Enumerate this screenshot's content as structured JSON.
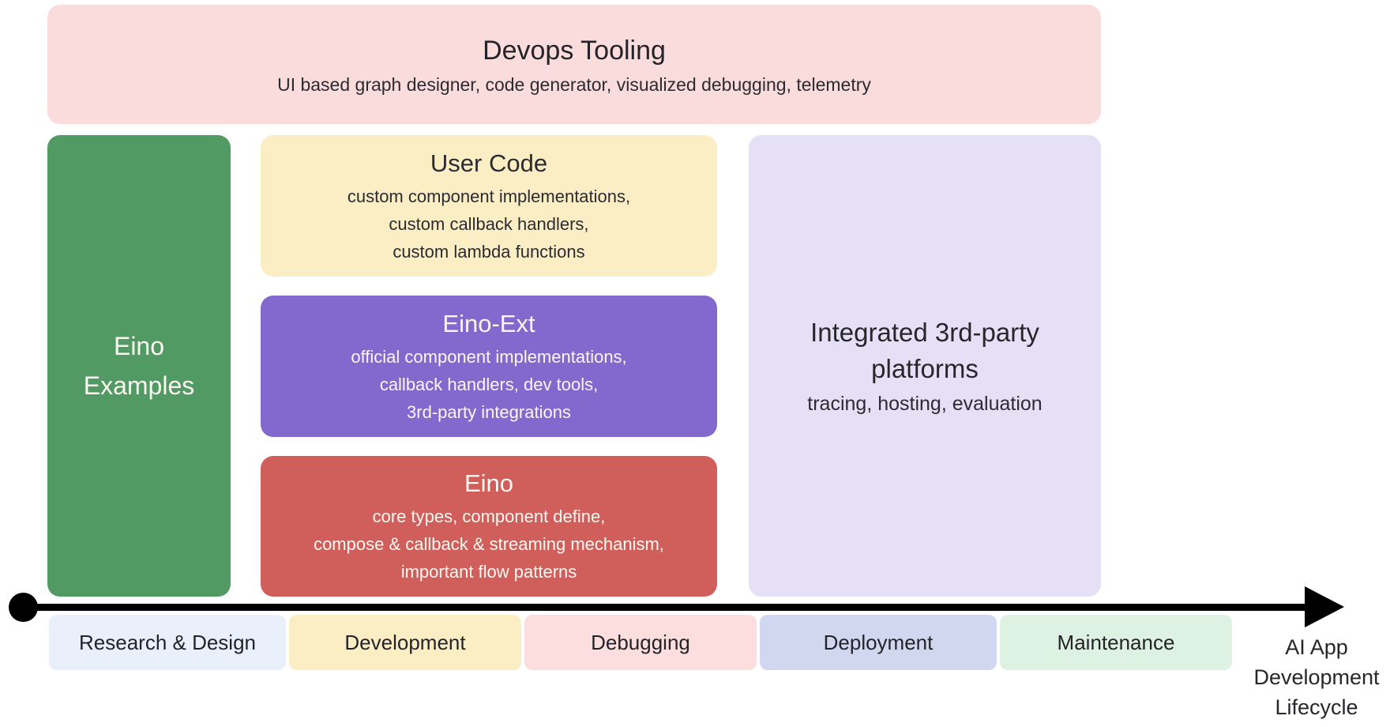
{
  "diagram": {
    "devops_tooling": {
      "title": "Devops Tooling",
      "subtitle": "UI based graph designer, code generator, visualized debugging, telemetry",
      "bg": "#fbdcdc"
    },
    "eino_examples": {
      "title_lines": [
        "Eino",
        "Examples"
      ],
      "bg": "#519a63"
    },
    "user_code": {
      "title": "User Code",
      "body_lines": [
        "custom component implementations,",
        "custom callback handlers,",
        "custom lambda functions"
      ],
      "bg": "#fbeec5"
    },
    "eino_ext": {
      "title": "Eino-Ext",
      "body_lines": [
        "official component implementations,",
        "callback handlers, dev tools,",
        "3rd-party integrations"
      ],
      "bg": "#8368cd"
    },
    "eino_core": {
      "title": "Eino",
      "body_lines": [
        "core types, component define,",
        "compose & callback & streaming mechanism,",
        "important flow patterns"
      ],
      "bg": "#d05e5b"
    },
    "integrated_platforms": {
      "title_lines": [
        "Integrated 3rd-party",
        "platforms"
      ],
      "subtitle": "tracing, hosting, evaluation",
      "bg": "#e6e0f7"
    }
  },
  "timeline": {
    "stages": [
      {
        "label": "Research & Design",
        "bg": "#e9effb"
      },
      {
        "label": "Development",
        "bg": "#fbeec5"
      },
      {
        "label": "Debugging",
        "bg": "#fcdede"
      },
      {
        "label": "Deployment",
        "bg": "#d2d7f0"
      },
      {
        "label": "Maintenance",
        "bg": "#def2e4"
      }
    ],
    "axis_color": "#000000",
    "axis_caption_lines": [
      "AI App",
      "Development",
      "Lifecycle"
    ]
  },
  "text_colors": {
    "dark": "#26262b",
    "light": "#faf7f1"
  }
}
